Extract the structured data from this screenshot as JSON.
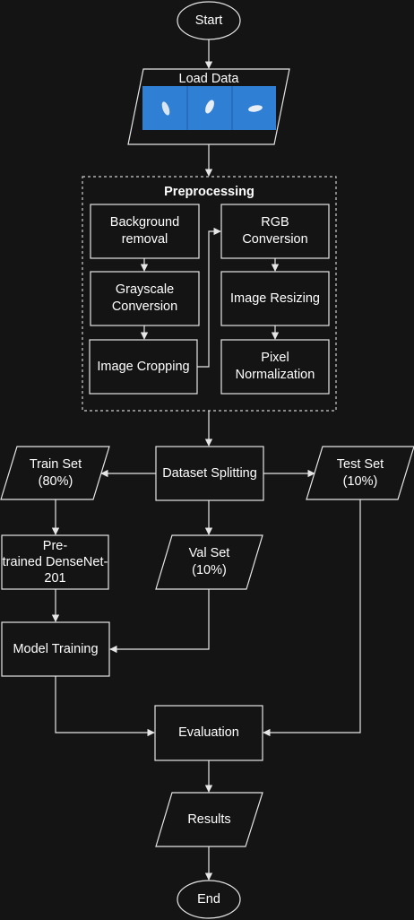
{
  "colors": {
    "background": "#141414",
    "stroke": "#e6e6e6",
    "dashed_border": "#cfcfcf",
    "image_blue": "#2f7fd4"
  },
  "nodes": {
    "start": "Start",
    "load_data": "Load Data",
    "preprocessing_title": "Preprocessing",
    "background_removal": "Background\nremoval",
    "grayscale": "Grayscale\nConversion",
    "image_cropping": "Image Cropping",
    "rgb_conversion": "RGB\nConversion",
    "image_resizing": "Image Resizing",
    "pixel_normalization": "Pixel\nNormalization",
    "dataset_splitting": "Dataset Splitting",
    "train_set": "Train Set\n(80%)",
    "test_set": "Test Set\n(10%)",
    "val_set": "Val Set\n(10%)",
    "densenet": "Pre-\ntrained DenseNet-\n201",
    "model_training": "Model Training",
    "evaluation": "Evaluation",
    "results": "Results",
    "end": "End"
  }
}
